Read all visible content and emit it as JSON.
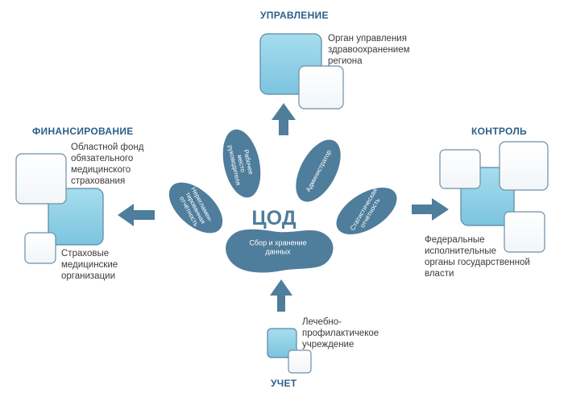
{
  "center": {
    "title": "ЦОД",
    "storage": "Сбор и хранение\nданных",
    "petals": [
      "Нерегламен-\nтированная\nотчётность",
      "Рабочее\nместо\nруководителя",
      "Администратор",
      "Статистическая\nотчётность"
    ]
  },
  "sections": {
    "management": {
      "heading": "УПРАВЛЕНИЕ",
      "text": "Орган управления\nздравоохранением\nрегиона"
    },
    "financing": {
      "heading": "ФИНАНСИРОВАНИЕ",
      "text_top": "Областной фонд\nобязательного\nмедицинского\nстрахования",
      "text_bottom": "Страховые\nмедицинские\nорганизации"
    },
    "control": {
      "heading": "КОНТРОЛЬ",
      "text": "Федеральные\nисполнительные\nорганы государственной\nвласти"
    },
    "accounting": {
      "heading": "УЧЕТ",
      "text": "Лечебно-\nпрофилактичекое\nучреждение"
    }
  },
  "colors": {
    "dark_blue": "#4f7d9c",
    "light_blue": "#8fd0e6",
    "heading": "#2b5f8a",
    "box_border": "#6f8ea6"
  }
}
